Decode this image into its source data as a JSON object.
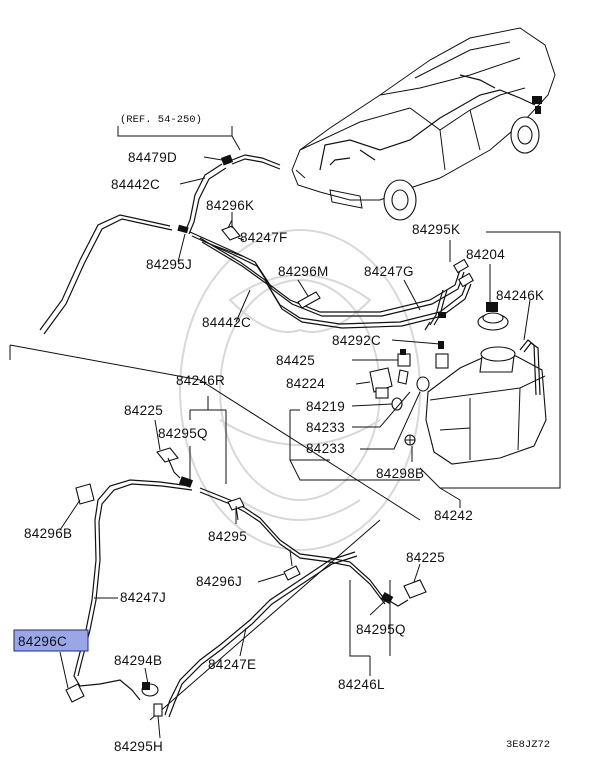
{
  "diagram": {
    "reference": "(REF. 54-250)",
    "code": "3E8JZ72",
    "highlighted": "84296C",
    "labels": {
      "p84479D": "84479D",
      "p84442C_top": "84442C",
      "p84296K": "84296K",
      "p84247F": "84247F",
      "p84295J": "84295J",
      "p84296M": "84296M",
      "p84247G": "84247G",
      "p84442C_mid": "84442C",
      "p84295K": "84295K",
      "p84204": "84204",
      "p84246K": "84246K",
      "p84292C": "84292C",
      "p84425": "84425",
      "p84224": "84224",
      "p84246R": "84246R",
      "p84225_left": "84225",
      "p84295Q_top": "84295Q",
      "p84219": "84219",
      "p84233_a": "84233",
      "p84233_b": "84233",
      "p84298B": "84298B",
      "p84242": "84242",
      "p84296B": "84296B",
      "p84295": "84295",
      "p84225_right": "84225",
      "p84296J": "84296J",
      "p84247J": "84247J",
      "p84295Q_bot": "84295Q",
      "p84296C": "84296C",
      "p84294B": "84294B",
      "p84247E": "84247E",
      "p84246L": "84246L",
      "p84295H": "84295H"
    }
  }
}
